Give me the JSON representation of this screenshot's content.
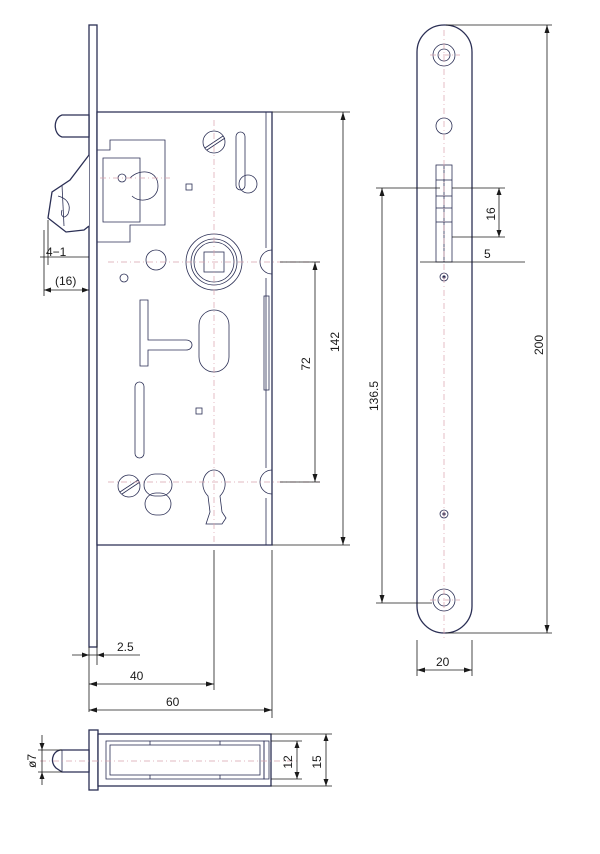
{
  "dimensions": {
    "bolt_gap": "4−1",
    "bolt_projection": "(16)",
    "faceplate_thickness": "2.5",
    "backset": "40",
    "case_width": "60",
    "handle_to_keyhole": "72",
    "case_height": "142",
    "fixing_hole_spacing": "136.5",
    "faceplate_length": "200",
    "latch_slot_height": "16",
    "latch_slot_offset": "5",
    "faceplate_width": "20",
    "pin_diameter": "ø7",
    "case_depth_inner": "12",
    "case_depth_outer": "15"
  },
  "colors": {
    "outline": "#2b2f55",
    "dimension": "#1a1a1a",
    "centerline": "#d9a3ad"
  }
}
